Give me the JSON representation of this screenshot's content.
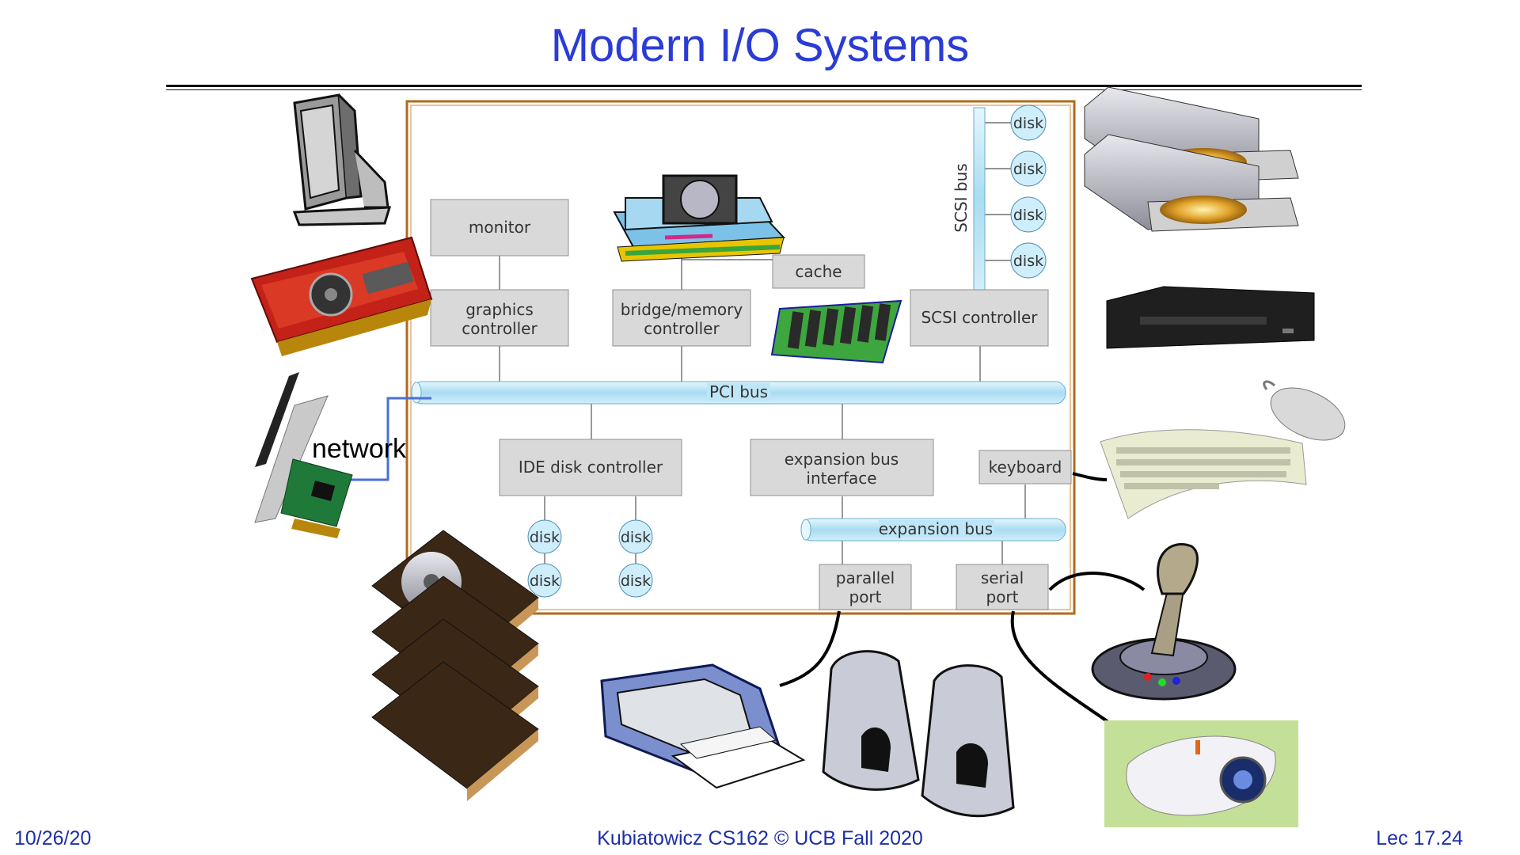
{
  "slide": {
    "title": "Modern I/O Systems",
    "footer_left": "10/26/20",
    "footer_center": "Kubiatowicz CS162 © UCB Fall 2020",
    "footer_right": "Lec 17.24"
  },
  "diagram": {
    "boxes": {
      "monitor": "monitor",
      "graphics_line1": "graphics",
      "graphics_line2": "controller",
      "bridge_line1": "bridge/memory",
      "bridge_line2": "controller",
      "cache": "cache",
      "scsi_controller": "SCSI controller",
      "ide": "IDE disk controller",
      "expansion_line1": "expansion bus",
      "expansion_line2": "interface",
      "keyboard": "keyboard",
      "parallel_line1": "parallel",
      "parallel_line2": "port",
      "serial_line1": "serial",
      "serial_line2": "port"
    },
    "buses": {
      "pci": "PCI bus",
      "expansion": "expansion bus",
      "scsi": "SCSI bus"
    },
    "disk_label": "disk",
    "network_label": "network"
  },
  "colors": {
    "title": "#2b3bd6",
    "footer": "#1d2fa8",
    "box_fill": "#d9d9d9",
    "bus_fill": "#bfe6f7",
    "frame": "#b06a1e"
  },
  "illustrations": [
    "monitor-clipart",
    "graphics-card",
    "wifi-card",
    "hard-drives",
    "cpu-heatsink",
    "ram-module",
    "optical-drives",
    "cd-drive",
    "mouse",
    "keyboard-clipart",
    "joystick",
    "webcam",
    "printer",
    "speakers"
  ]
}
